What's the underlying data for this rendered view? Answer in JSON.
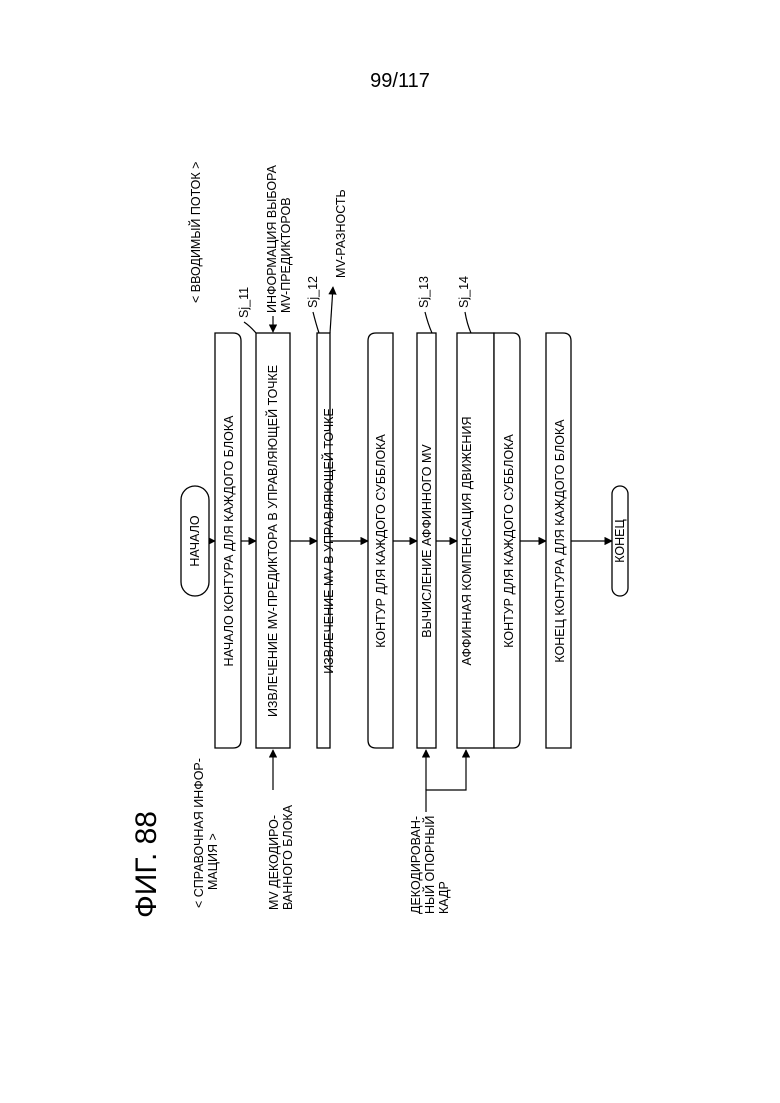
{
  "page_number": "99/117",
  "figure_title": "ФИГ. 88",
  "inputs": {
    "stream": "< ВВОДИМЫЙ ПОТОК >",
    "reference": [
      "< СПРАВОЧНАЯ ИНФОР-",
      "МАЦИЯ >"
    ],
    "mv_predictor_info": [
      "ИНФОРМАЦИЯ ВЫБОРА",
      "MV-ПРЕДИКТОРОВ"
    ],
    "mv_difference": "MV-РАЗНОСТЬ",
    "decoded_block_mv": [
      "MV ДЕКОДИРО-",
      "ВАННОГО БЛОКА"
    ],
    "decoded_ref_frame": [
      "ДЕКОДИРОВАН-",
      "НЫЙ ОПОРНЫЙ",
      "КАДР"
    ]
  },
  "steps": {
    "sj11": "Sj_11",
    "sj12": "Sj_12",
    "sj13": "Sj_13",
    "sj14": "Sj_14"
  },
  "flow": {
    "start": "НАЧАЛО",
    "block_loop_start": "НАЧАЛО КОНТУРА ДЛЯ КАЖДОГО БЛОКА",
    "mv_predictor_extract": "ИЗВЛЕЧЕНИЕ MV-ПРЕДИКТОРА В УПРАВЛЯЮЩЕЙ ТОЧКЕ",
    "mv_extract": "ИЗВЛЕЧЕНИЕ MV В УПРАВЛЯЮЩЕЙ ТОЧКЕ",
    "subblock_loop_start": "КОНТУР ДЛЯ КАЖДОГО СУББЛОКА",
    "affine_mv_calc": "ВЫЧИСЛЕНИЕ АФФИННОГО MV",
    "affine_mc": "АФФИННАЯ КОМПЕНСАЦИЯ ДВИЖЕНИЯ",
    "subblock_loop_end": "КОНТУР ДЛЯ КАЖДОГО СУББЛОКА",
    "block_loop_end": "КОНЕЦ КОНТУРА ДЛЯ КАЖДОГО БЛОКА",
    "end": "КОНЕЦ"
  }
}
